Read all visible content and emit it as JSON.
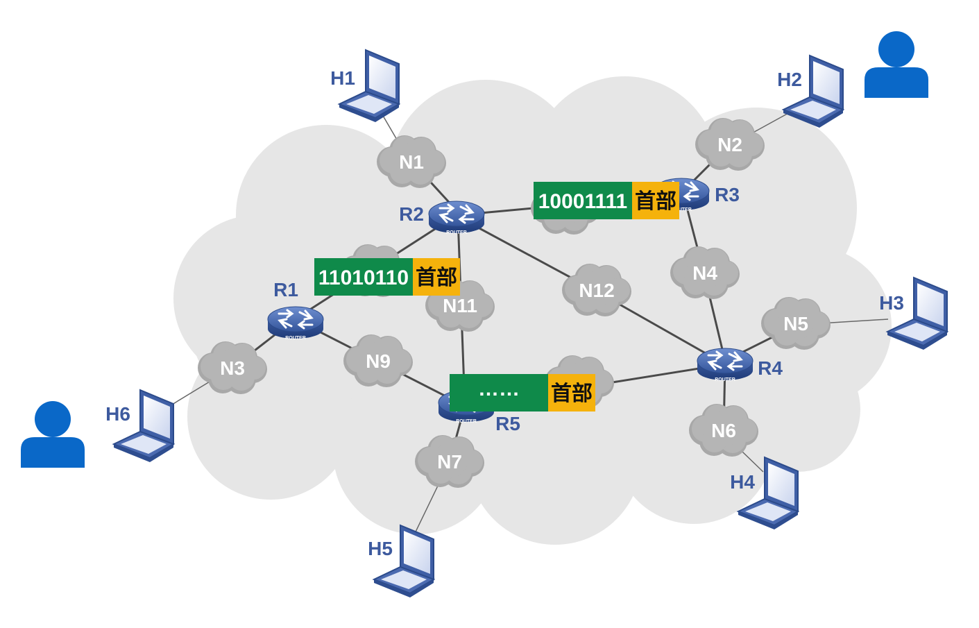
{
  "routers": [
    {
      "id": "R1",
      "label": "R1",
      "caption": "ROUTER"
    },
    {
      "id": "R2",
      "label": "R2",
      "caption": "ROUTER"
    },
    {
      "id": "R3",
      "label": "R3",
      "caption": "ROUTER"
    },
    {
      "id": "R4",
      "label": "R4",
      "caption": "ROUTER"
    },
    {
      "id": "R5",
      "label": "R5",
      "caption": "ROUTER"
    }
  ],
  "networks": [
    {
      "id": "N1",
      "label": "N1"
    },
    {
      "id": "N2",
      "label": "N2"
    },
    {
      "id": "N3",
      "label": "N3"
    },
    {
      "id": "N4",
      "label": "N4"
    },
    {
      "id": "N5",
      "label": "N5"
    },
    {
      "id": "N6",
      "label": "N6"
    },
    {
      "id": "N7",
      "label": "N7"
    },
    {
      "id": "N8",
      "label": ""
    },
    {
      "id": "N9",
      "label": "N9"
    },
    {
      "id": "N10",
      "label": ""
    },
    {
      "id": "N11",
      "label": "N11"
    },
    {
      "id": "N12",
      "label": "N12"
    },
    {
      "id": "N13",
      "label": ""
    }
  ],
  "hosts": [
    {
      "id": "H1",
      "label": "H1"
    },
    {
      "id": "H2",
      "label": "H2"
    },
    {
      "id": "H3",
      "label": "H3"
    },
    {
      "id": "H4",
      "label": "H4"
    },
    {
      "id": "H5",
      "label": "H5"
    },
    {
      "id": "H6",
      "label": "H6"
    }
  ],
  "packets": [
    {
      "id": "p1",
      "data": "11010110",
      "header": "首部"
    },
    {
      "id": "p2",
      "data": "10001111",
      "header": "首部"
    },
    {
      "id": "p3",
      "data": "……",
      "header": "首部"
    }
  ],
  "users": [
    {
      "id": "u1",
      "icon": "user-icon"
    },
    {
      "id": "u2",
      "icon": "user-icon"
    }
  ],
  "colors": {
    "cloud": "#e6e6e6",
    "network": "#a8a8a8",
    "link": "#4a4a4a",
    "router": "#3f5fa6",
    "label": "#3d5a9e",
    "packet_data": "#0f8a4a",
    "packet_header": "#f5b20c",
    "user": "#0a68c8"
  }
}
